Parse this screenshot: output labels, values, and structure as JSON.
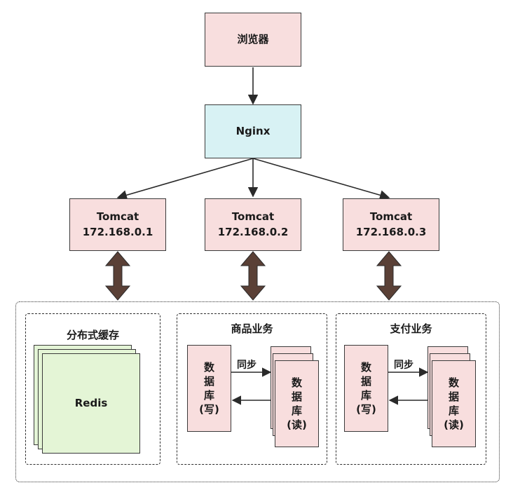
{
  "browser": {
    "label": "浏览器"
  },
  "nginx": {
    "label": "Nginx"
  },
  "tomcats": [
    {
      "name": "Tomcat",
      "ip": "172.168.0.1"
    },
    {
      "name": "Tomcat",
      "ip": "172.168.0.2"
    },
    {
      "name": "Tomcat",
      "ip": "172.168.0.3"
    }
  ],
  "cache_group": {
    "title": "分布式缓存",
    "node": "Redis"
  },
  "goods_group": {
    "title": "商品业务",
    "write_db": [
      "数",
      "据",
      "库",
      "(写)"
    ],
    "read_db": [
      "数",
      "据",
      "库",
      "(读)"
    ],
    "sync_label": "同步"
  },
  "pay_group": {
    "title": "支付业务",
    "write_db": [
      "数",
      "据",
      "库",
      "(写)"
    ],
    "read_db": [
      "数",
      "据",
      "库",
      "(读)"
    ],
    "sync_label": "同步"
  },
  "colors": {
    "pink": "#f8dede",
    "cyan": "#d8f2f4",
    "green": "#e4f5d6",
    "double_arrow": "#5a4036"
  }
}
